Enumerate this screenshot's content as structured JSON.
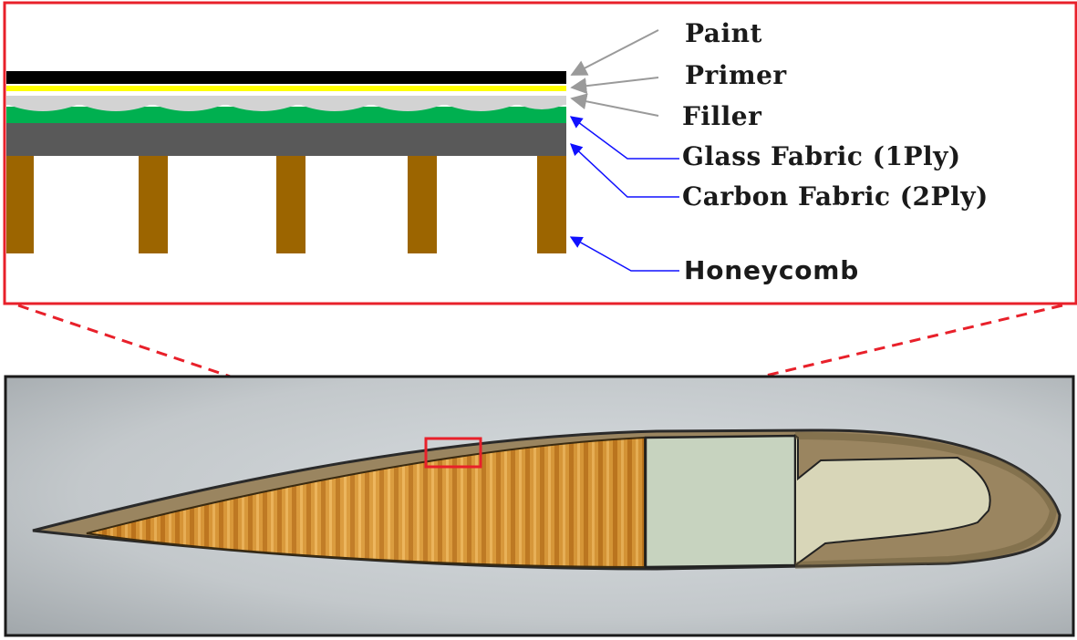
{
  "layers": [
    {
      "key": "paint",
      "label": "Paint",
      "color": "#000000",
      "arrow": "#9a9a9a"
    },
    {
      "key": "primer",
      "label": "Primer",
      "color": "#ffff00",
      "arrow": "#9a9a9a"
    },
    {
      "key": "filler",
      "label": "Filler",
      "color": "#d3d3d3",
      "arrow": "#9a9a9a"
    },
    {
      "key": "glass",
      "label": "Glass Fabric (1Ply)",
      "color": "#00b050",
      "arrow": "#0000ff"
    },
    {
      "key": "carbon",
      "label": "Carbon Fabric (2Ply)",
      "color": "#595959",
      "arrow": "#0000ff"
    },
    {
      "key": "honeycomb",
      "label": "Honeycomb",
      "color": "#9c6500",
      "arrow": "#0000ff"
    }
  ],
  "colors": {
    "zoom_frame": "#e8202a",
    "photo_frame": "#1a1a1a",
    "background": "#c8cdd0"
  }
}
